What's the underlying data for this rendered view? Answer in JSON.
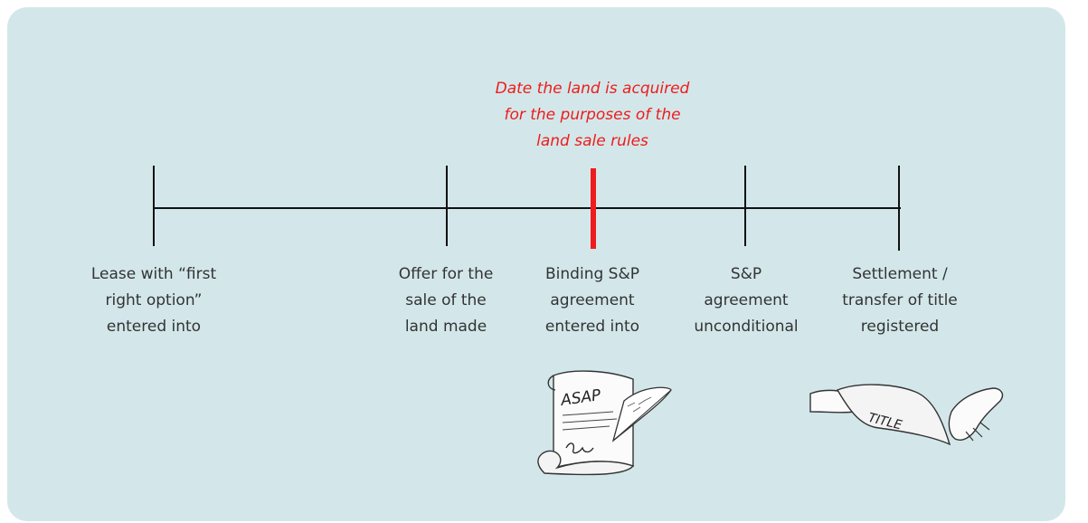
{
  "annotation": "Date the land is acquired\nfor the purposes of the\nland sale rules",
  "events": [
    {
      "label": "Lease with “first\nright option”\nentered into"
    },
    {
      "label": "Offer for the\nsale of the\nland made"
    },
    {
      "label": "Binding S&P\nagreement\nentered into"
    },
    {
      "label": "S&P\nagreement\nunconditional"
    },
    {
      "label": "Settlement /\ntransfer of title\nregistered"
    }
  ],
  "illustrations": {
    "contract_text": "ASAP",
    "title_text": "TITLE"
  },
  "colors": {
    "background": "#d3e7ea",
    "timeline": "#111111",
    "highlight": "#ee1c1c",
    "text": "#333333"
  }
}
